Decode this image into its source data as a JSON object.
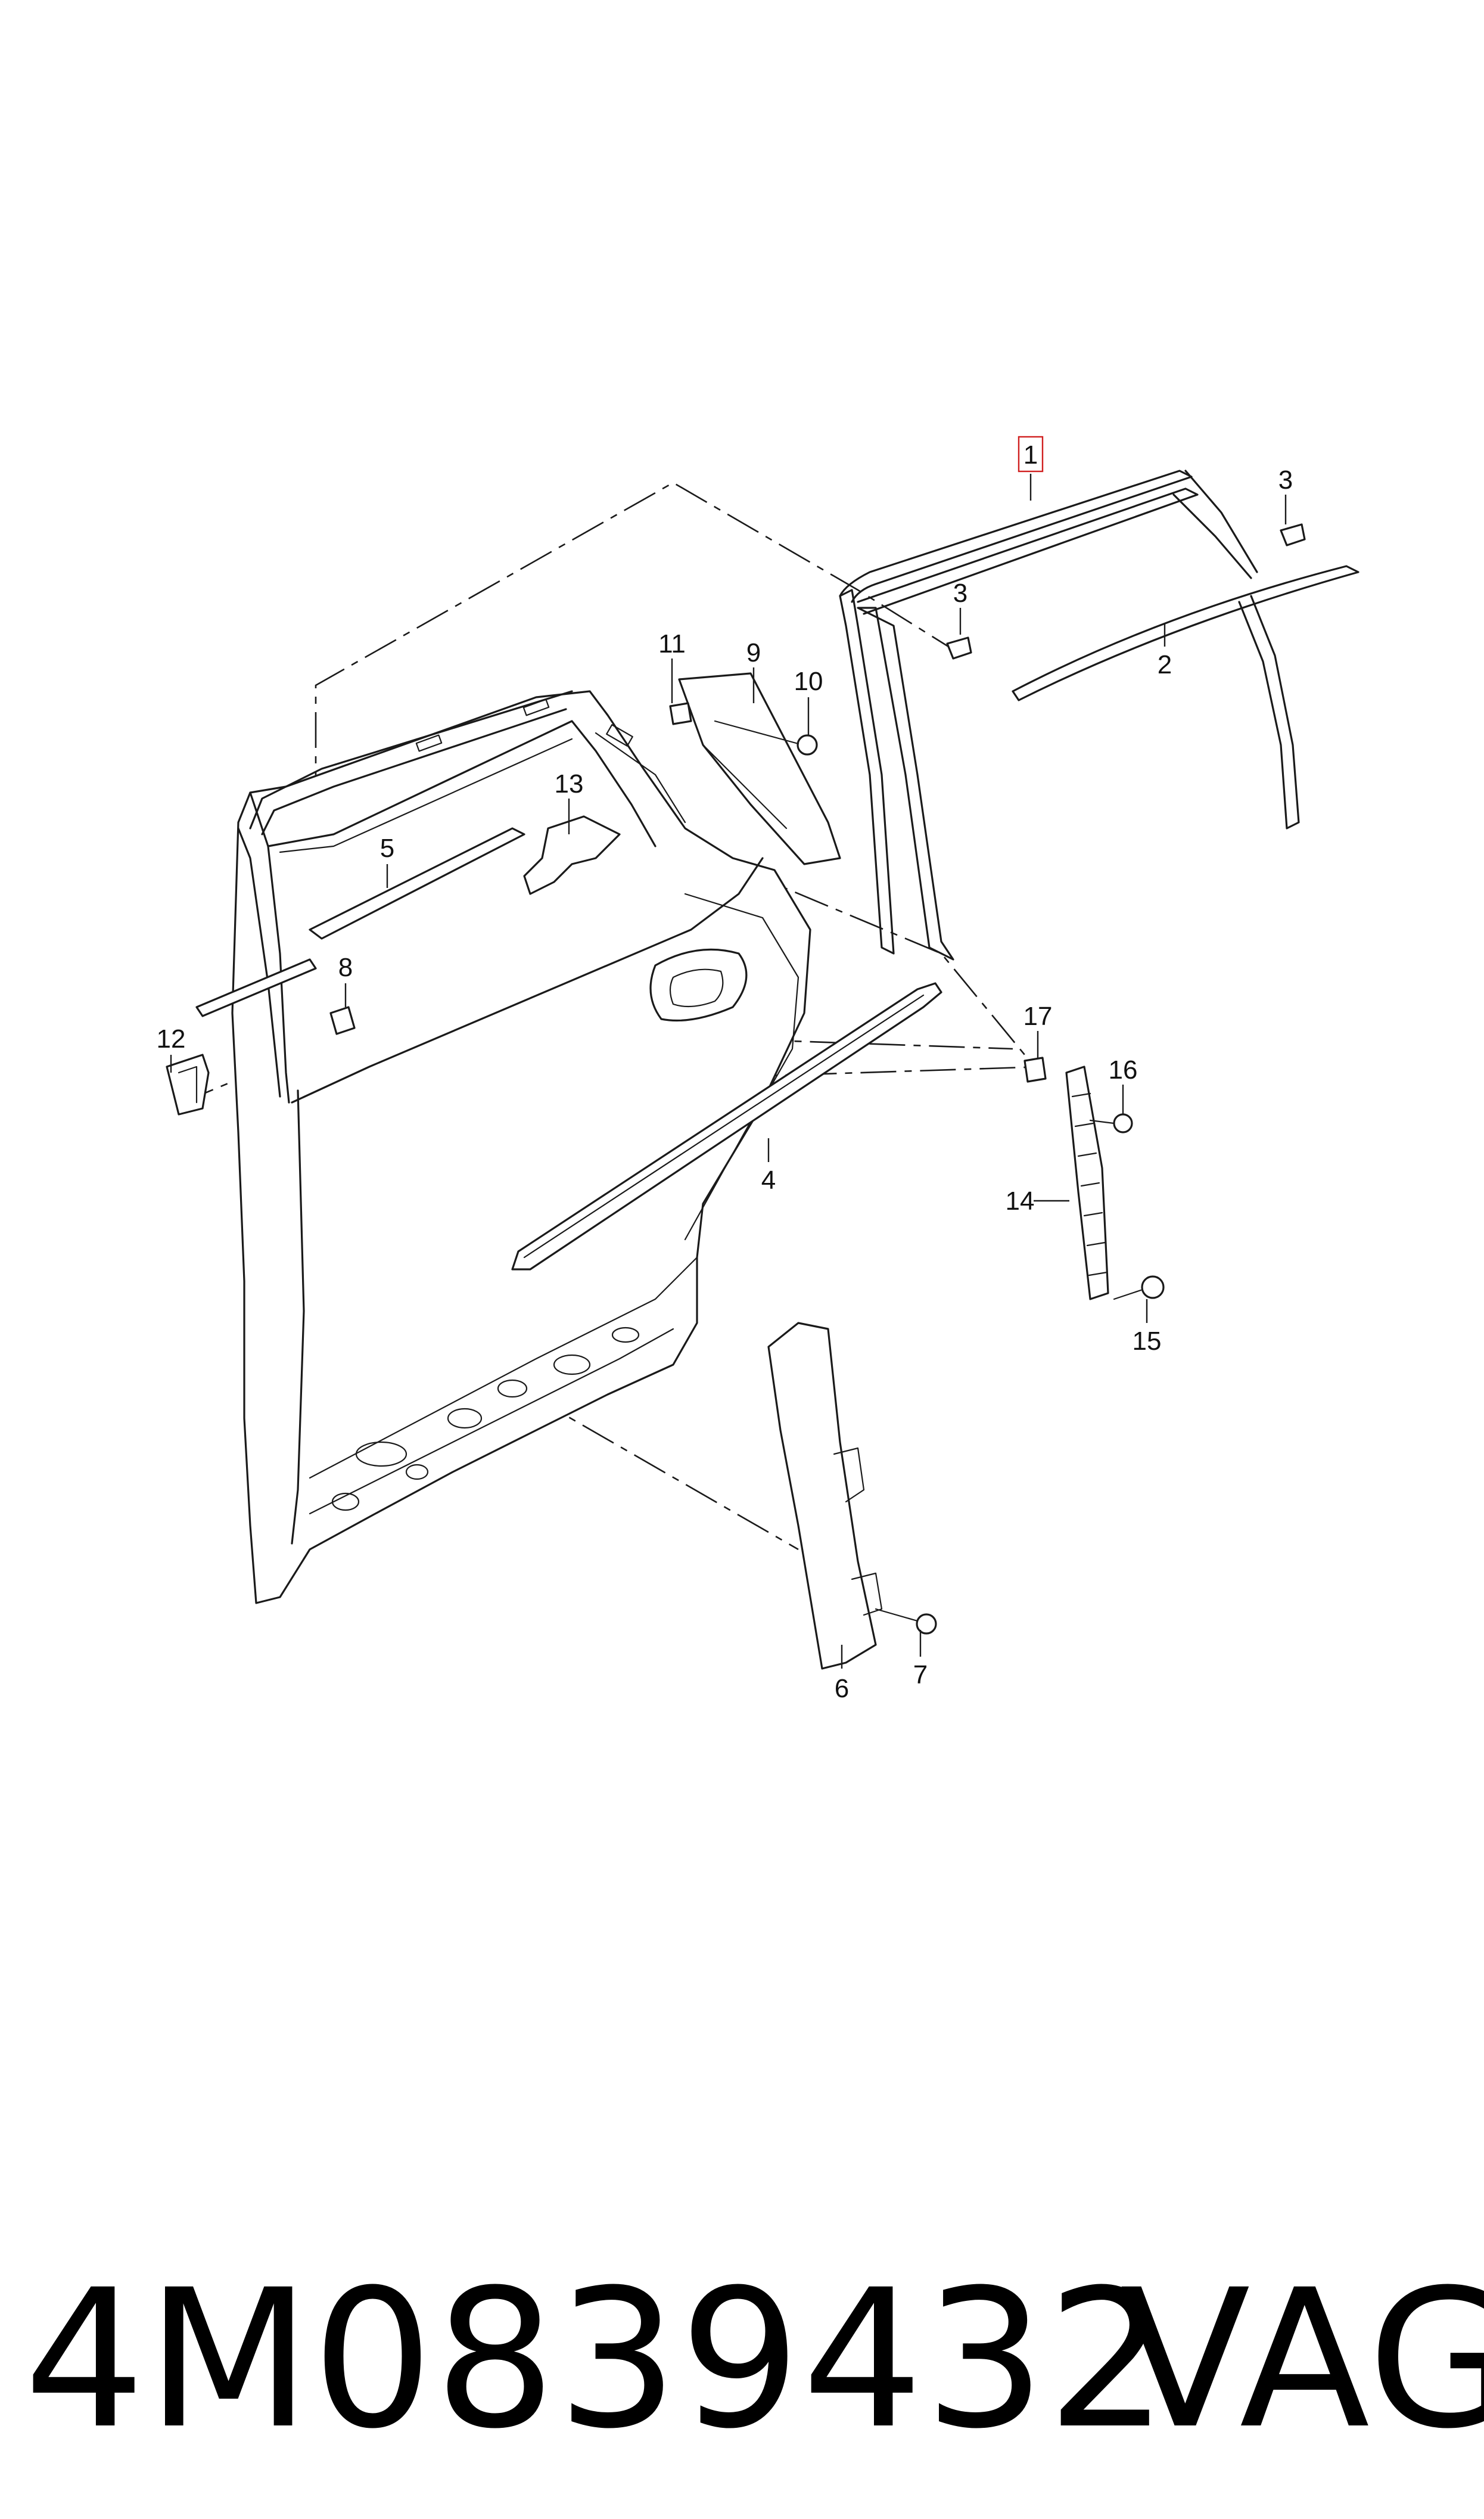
{
  "diagram": {
    "callouts": [
      {
        "id": "1",
        "label": "1",
        "highlighted": true
      },
      {
        "id": "2",
        "label": "2"
      },
      {
        "id": "3a",
        "label": "3"
      },
      {
        "id": "3b",
        "label": "3"
      },
      {
        "id": "4",
        "label": "4"
      },
      {
        "id": "5",
        "label": "5"
      },
      {
        "id": "6",
        "label": "6"
      },
      {
        "id": "7",
        "label": "7"
      },
      {
        "id": "8",
        "label": "8"
      },
      {
        "id": "9",
        "label": "9"
      },
      {
        "id": "10",
        "label": "10"
      },
      {
        "id": "11",
        "label": "11"
      },
      {
        "id": "12",
        "label": "12"
      },
      {
        "id": "13",
        "label": "13"
      },
      {
        "id": "14",
        "label": "14"
      },
      {
        "id": "15",
        "label": "15"
      },
      {
        "id": "16",
        "label": "16"
      },
      {
        "id": "17",
        "label": "17"
      }
    ],
    "highlight_color": "#d02020"
  },
  "footer": {
    "part_number": "4M0839432",
    "brand": "VAG"
  }
}
